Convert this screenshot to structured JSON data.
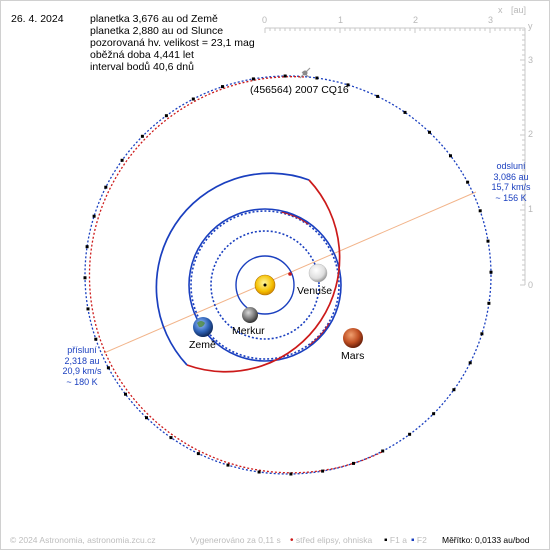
{
  "date": "26. 4. 2024",
  "info_lines": [
    "planetka 3,676 au od Země",
    "planetka 2,880 au od Slunce",
    "pozorovaná hv. velikost = 23,1 mag",
    "oběžná doba 4,441 let",
    "interval bodů 40,6 dnů"
  ],
  "asteroid_name": "(456564) 2007 CQ16",
  "planet_labels": {
    "venus": "Venuše",
    "mercury": "Merkur",
    "earth": "Země",
    "mars": "Mars"
  },
  "aphelion": {
    "title": "odsluní",
    "distance": "3,086 au",
    "speed": "15,7 km/s",
    "temperature": "~ 156 K"
  },
  "perihelion": {
    "title": "přísluní",
    "distance": "2,318 au",
    "speed": "20,9 km/s",
    "temperature": "~ 180 K"
  },
  "axis": {
    "unit": "[au]",
    "x_axis_letter": "x",
    "y_axis_letter": "y",
    "x_ticks": [
      "0",
      "1",
      "2",
      "3"
    ],
    "y_ticks": [
      "3",
      "2",
      "1",
      "0"
    ]
  },
  "footer": {
    "copyright": "© 2024 Astronomia, astronomia.zcu.cz",
    "generated": "Vygenerováno za 0,11 s",
    "legend_center": "střed elipsy, ohniska",
    "legend_f1": "F1 a",
    "legend_f2": "F2",
    "scale": "Měřítko: 0,0133 au/bod"
  },
  "colors": {
    "background": "#ffffff",
    "orbit_blue": "#1a3fbf",
    "orbit_red": "#cc1a1a",
    "sun": "#f5c000",
    "axis_grey": "#c8c8c8",
    "apsis_line": "#f2b48a"
  },
  "icons": [
    "sun-icon",
    "mercury-icon",
    "venus-icon",
    "earth-icon",
    "mars-icon",
    "asteroid-icon"
  ]
}
